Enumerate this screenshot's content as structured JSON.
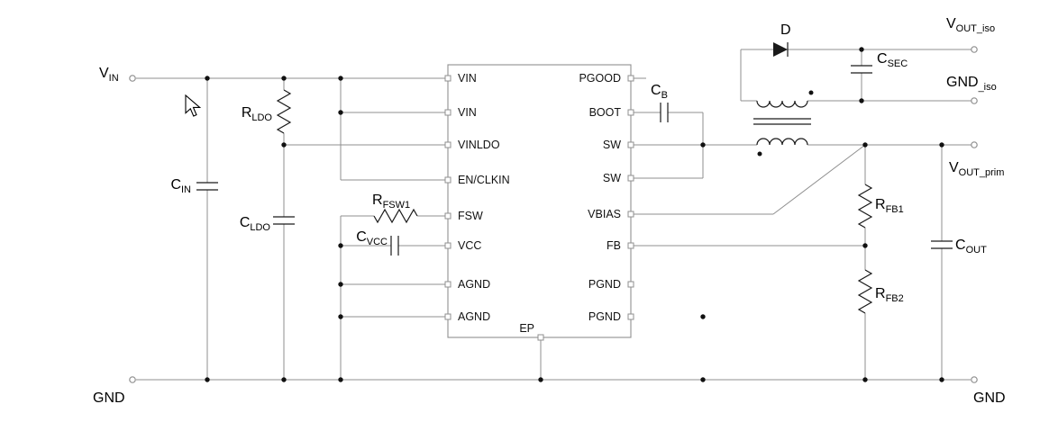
{
  "colors": {
    "background": "#ffffff",
    "wire": "#8f8f8f",
    "symbol": "#1a1a1a",
    "junction": "#111111",
    "text": "#000000"
  },
  "ic": {
    "left_pins": [
      "VIN",
      "VIN",
      "VINLDO",
      "EN/CLKIN",
      "FSW",
      "VCC",
      "AGND",
      "AGND"
    ],
    "right_pins": [
      "PGOOD",
      "BOOT",
      "SW",
      "SW",
      "VBIAS",
      "FB",
      "PGND",
      "PGND"
    ],
    "ep_label": "EP"
  },
  "labels": {
    "vin": {
      "main": "V",
      "sub": "IN"
    },
    "cin": {
      "main": "C",
      "sub": "IN"
    },
    "rldo": {
      "main": "R",
      "sub": "LDO"
    },
    "cldo": {
      "main": "C",
      "sub": "LDO"
    },
    "rfsw1": {
      "main": "R",
      "sub": "FSW1"
    },
    "cvcc": {
      "main": "C",
      "sub": "VCC"
    },
    "cb": {
      "main": "C",
      "sub": "B"
    },
    "diode": "D",
    "vout_iso": {
      "main": "V",
      "sub": "OUT_iso"
    },
    "gnd_iso": {
      "main": "GND",
      "sub": "_iso"
    },
    "csec": {
      "main": "C",
      "sub": "SEC"
    },
    "vout_prim": {
      "main": "V",
      "sub": "OUT_prim"
    },
    "rfb1": {
      "main": "R",
      "sub": "FB1"
    },
    "rfb2": {
      "main": "R",
      "sub": "FB2"
    },
    "cout": {
      "main": "C",
      "sub": "OUT"
    },
    "gnd_left": "GND",
    "gnd_right": "GND"
  }
}
